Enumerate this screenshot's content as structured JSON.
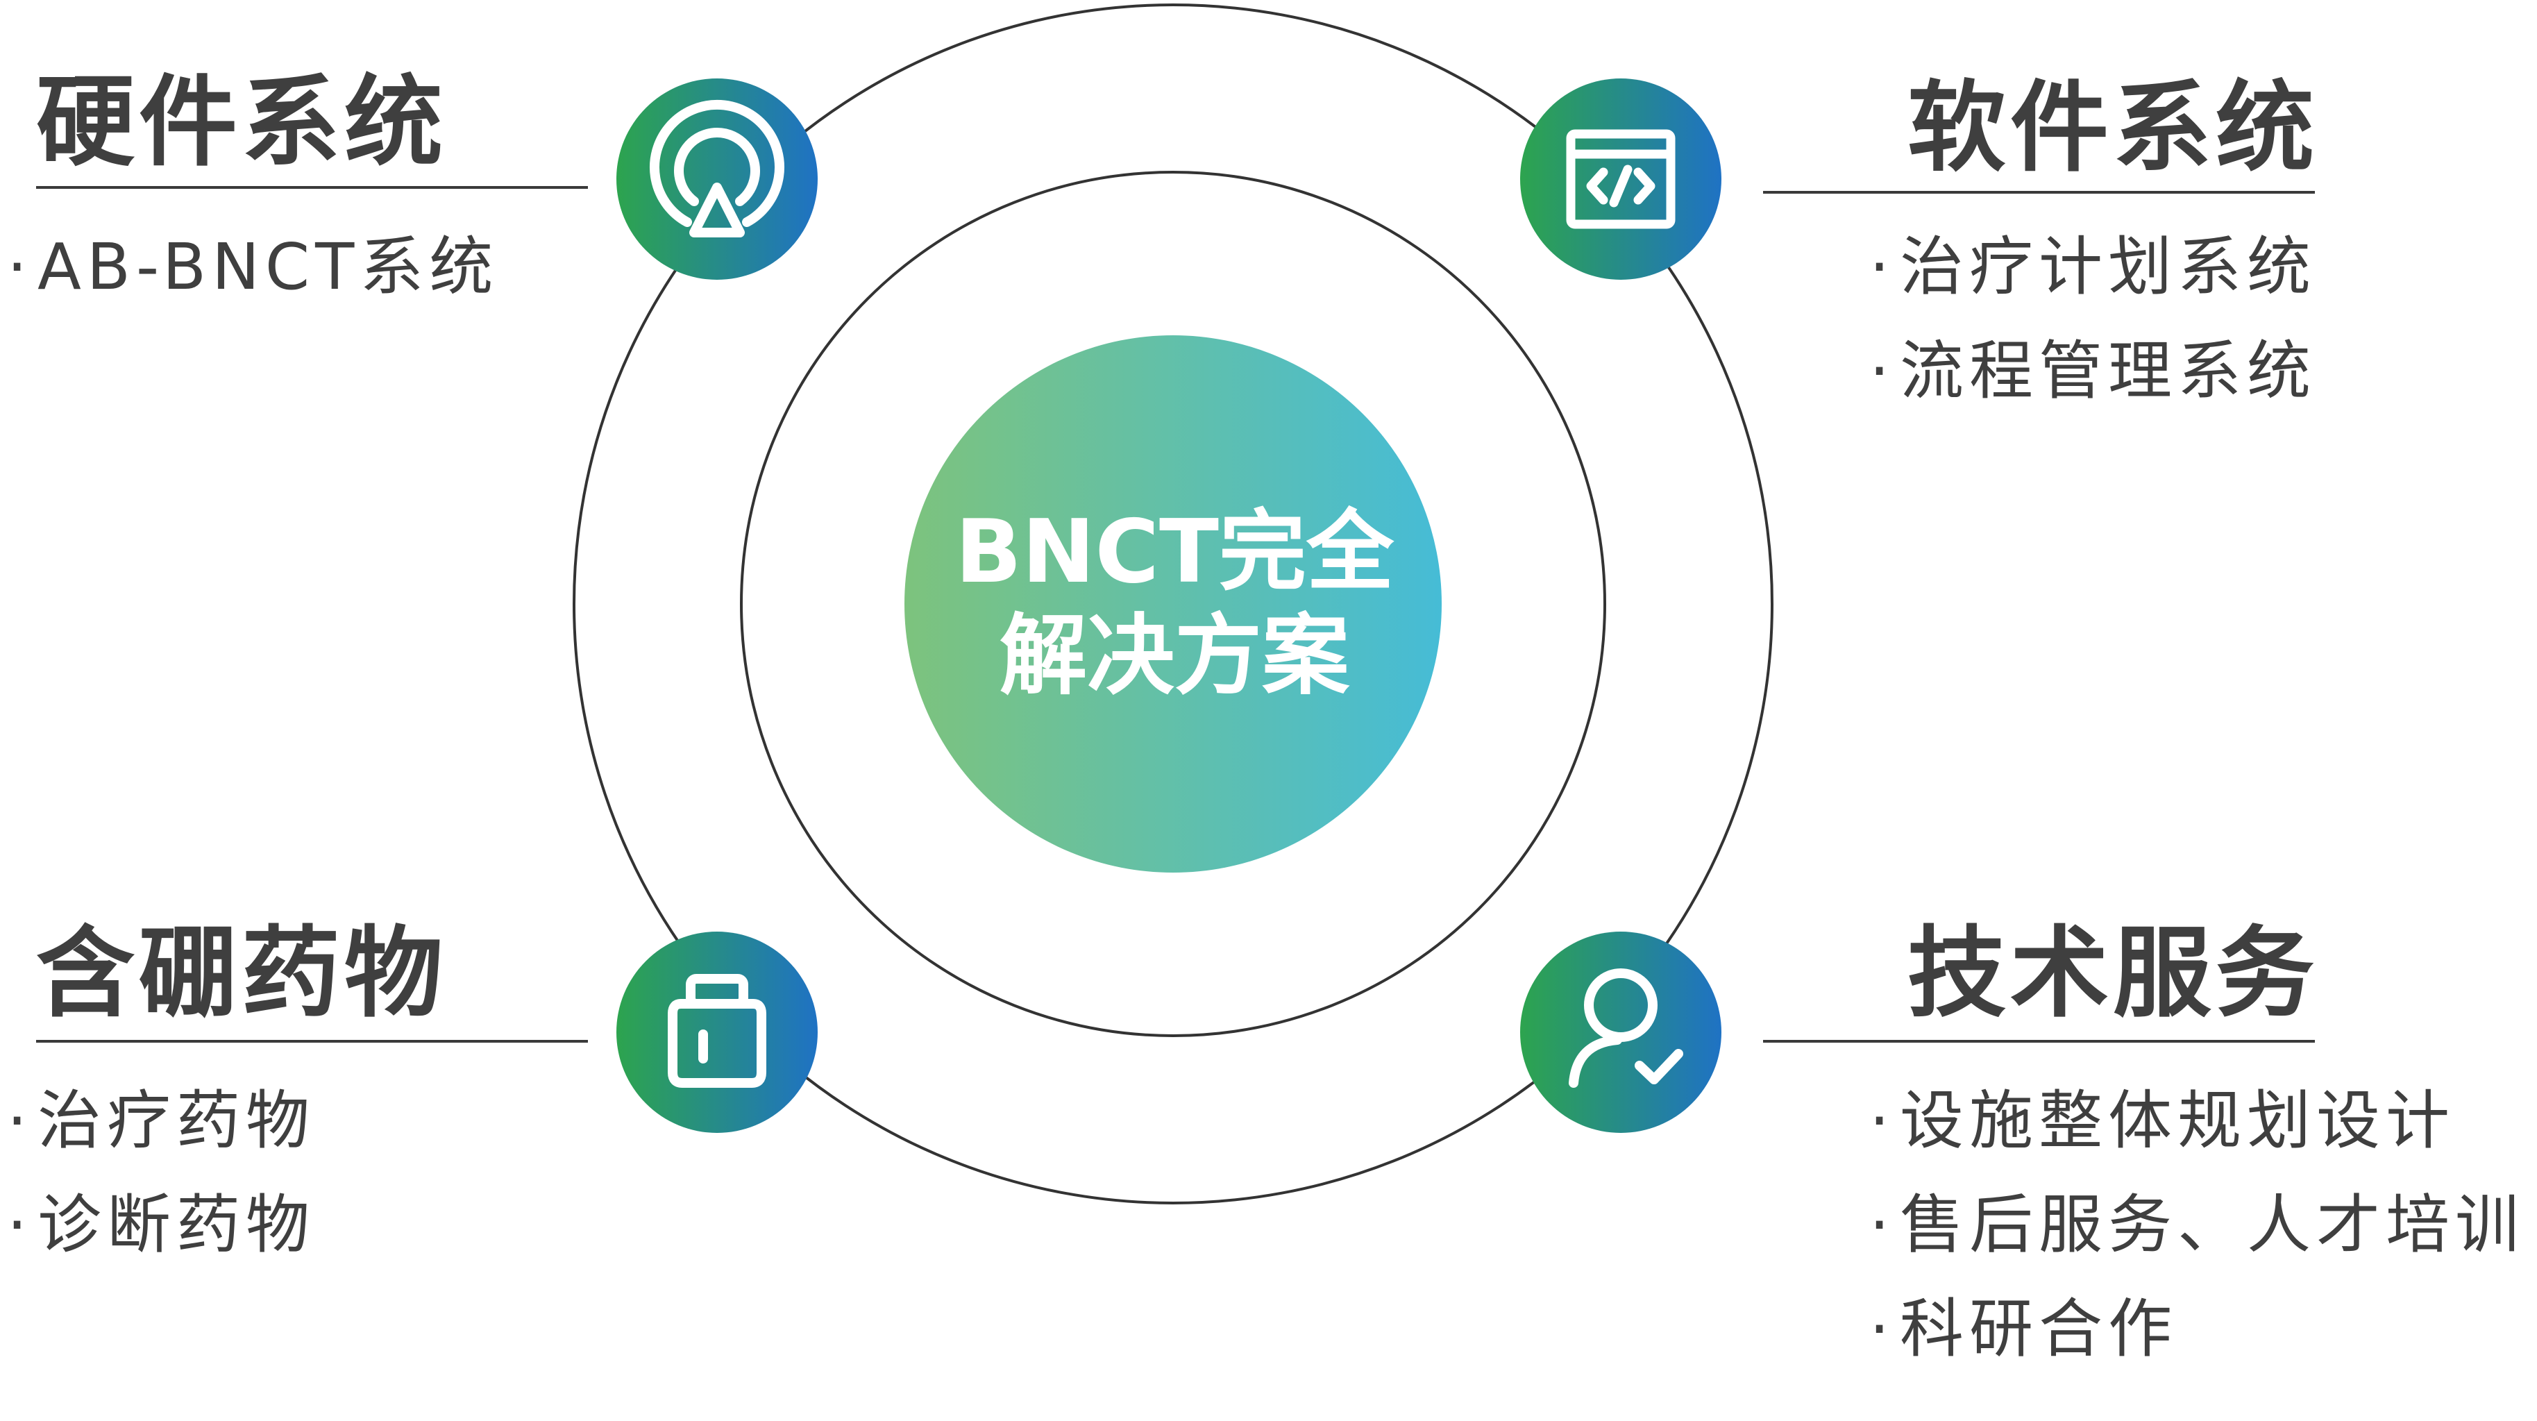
{
  "center": {
    "line1": "BNCT完全",
    "line2": "解决方案"
  },
  "colors": {
    "gradient_start": "#2da44e",
    "gradient_end": "#1f72c4",
    "center_start": "#7dc37d",
    "center_end": "#46bcd6",
    "text": "#3f3f3f",
    "ring": "#333333"
  },
  "quadrants": {
    "hardware": {
      "icon": "target-scan-icon",
      "heading": "硬件系统",
      "items": [
        "AB-BNCT系统"
      ]
    },
    "software": {
      "icon": "code-window-icon",
      "heading": "软件系统",
      "items": [
        "治疗计划系统",
        "流程管理系统"
      ]
    },
    "drugs": {
      "icon": "bottle-icon",
      "heading": "含硼药物",
      "items": [
        "治疗药物",
        "诊断药物"
      ]
    },
    "service": {
      "icon": "user-check-icon",
      "heading": "技术服务",
      "items": [
        "设施整体规划设计",
        "售后服务、人才培训",
        "科研合作"
      ]
    }
  }
}
